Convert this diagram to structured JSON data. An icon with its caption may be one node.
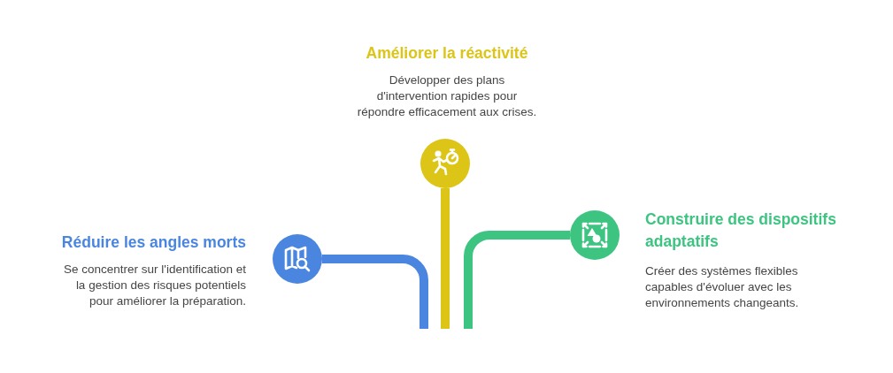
{
  "diagram": {
    "nodes": [
      {
        "text": [
          "Réduire les angles morts",
          "Se concentrer sur l'identification et la gestion des risques potentiels pour améliorer la préparation."
        ]
      },
      {
        "text": [
          "Améliorer la réactivité",
          "Développer des plans d'intervention rapides pour répondre efficacement aux crises."
        ]
      },
      {
        "text": [
          "Construire des dispositifs adaptatifs",
          "Créer des systèmes flexibles capables d'évoluer avec les environnements changeants."
        ]
      }
    ],
    "edges": [
      {
        "from": null,
        "to": 0,
        "arrow": "none",
        "color": "#4a86e0"
      },
      {
        "from": null,
        "to": 1,
        "arrow": "none",
        "color": "#dcc517"
      },
      {
        "from": null,
        "to": 2,
        "arrow": "none",
        "color": "#3cc480"
      }
    ]
  }
}
